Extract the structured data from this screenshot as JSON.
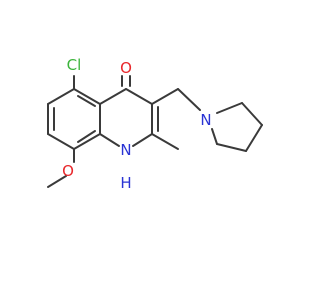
{
  "molecule": {
    "atoms": {
      "chlorine": "Cl",
      "oxygen_carbonyl": "O",
      "nitrogen_pyrrolidine": "N",
      "nitrogen_ring": "N",
      "nitrogen_ring_h": "H",
      "oxygen_methoxy": "O"
    },
    "colors": {
      "bond": "#3a3a3a",
      "chlorine": "#3cb43c",
      "oxygen": "#e8262a",
      "nitrogen": "#2a34d4"
    }
  }
}
